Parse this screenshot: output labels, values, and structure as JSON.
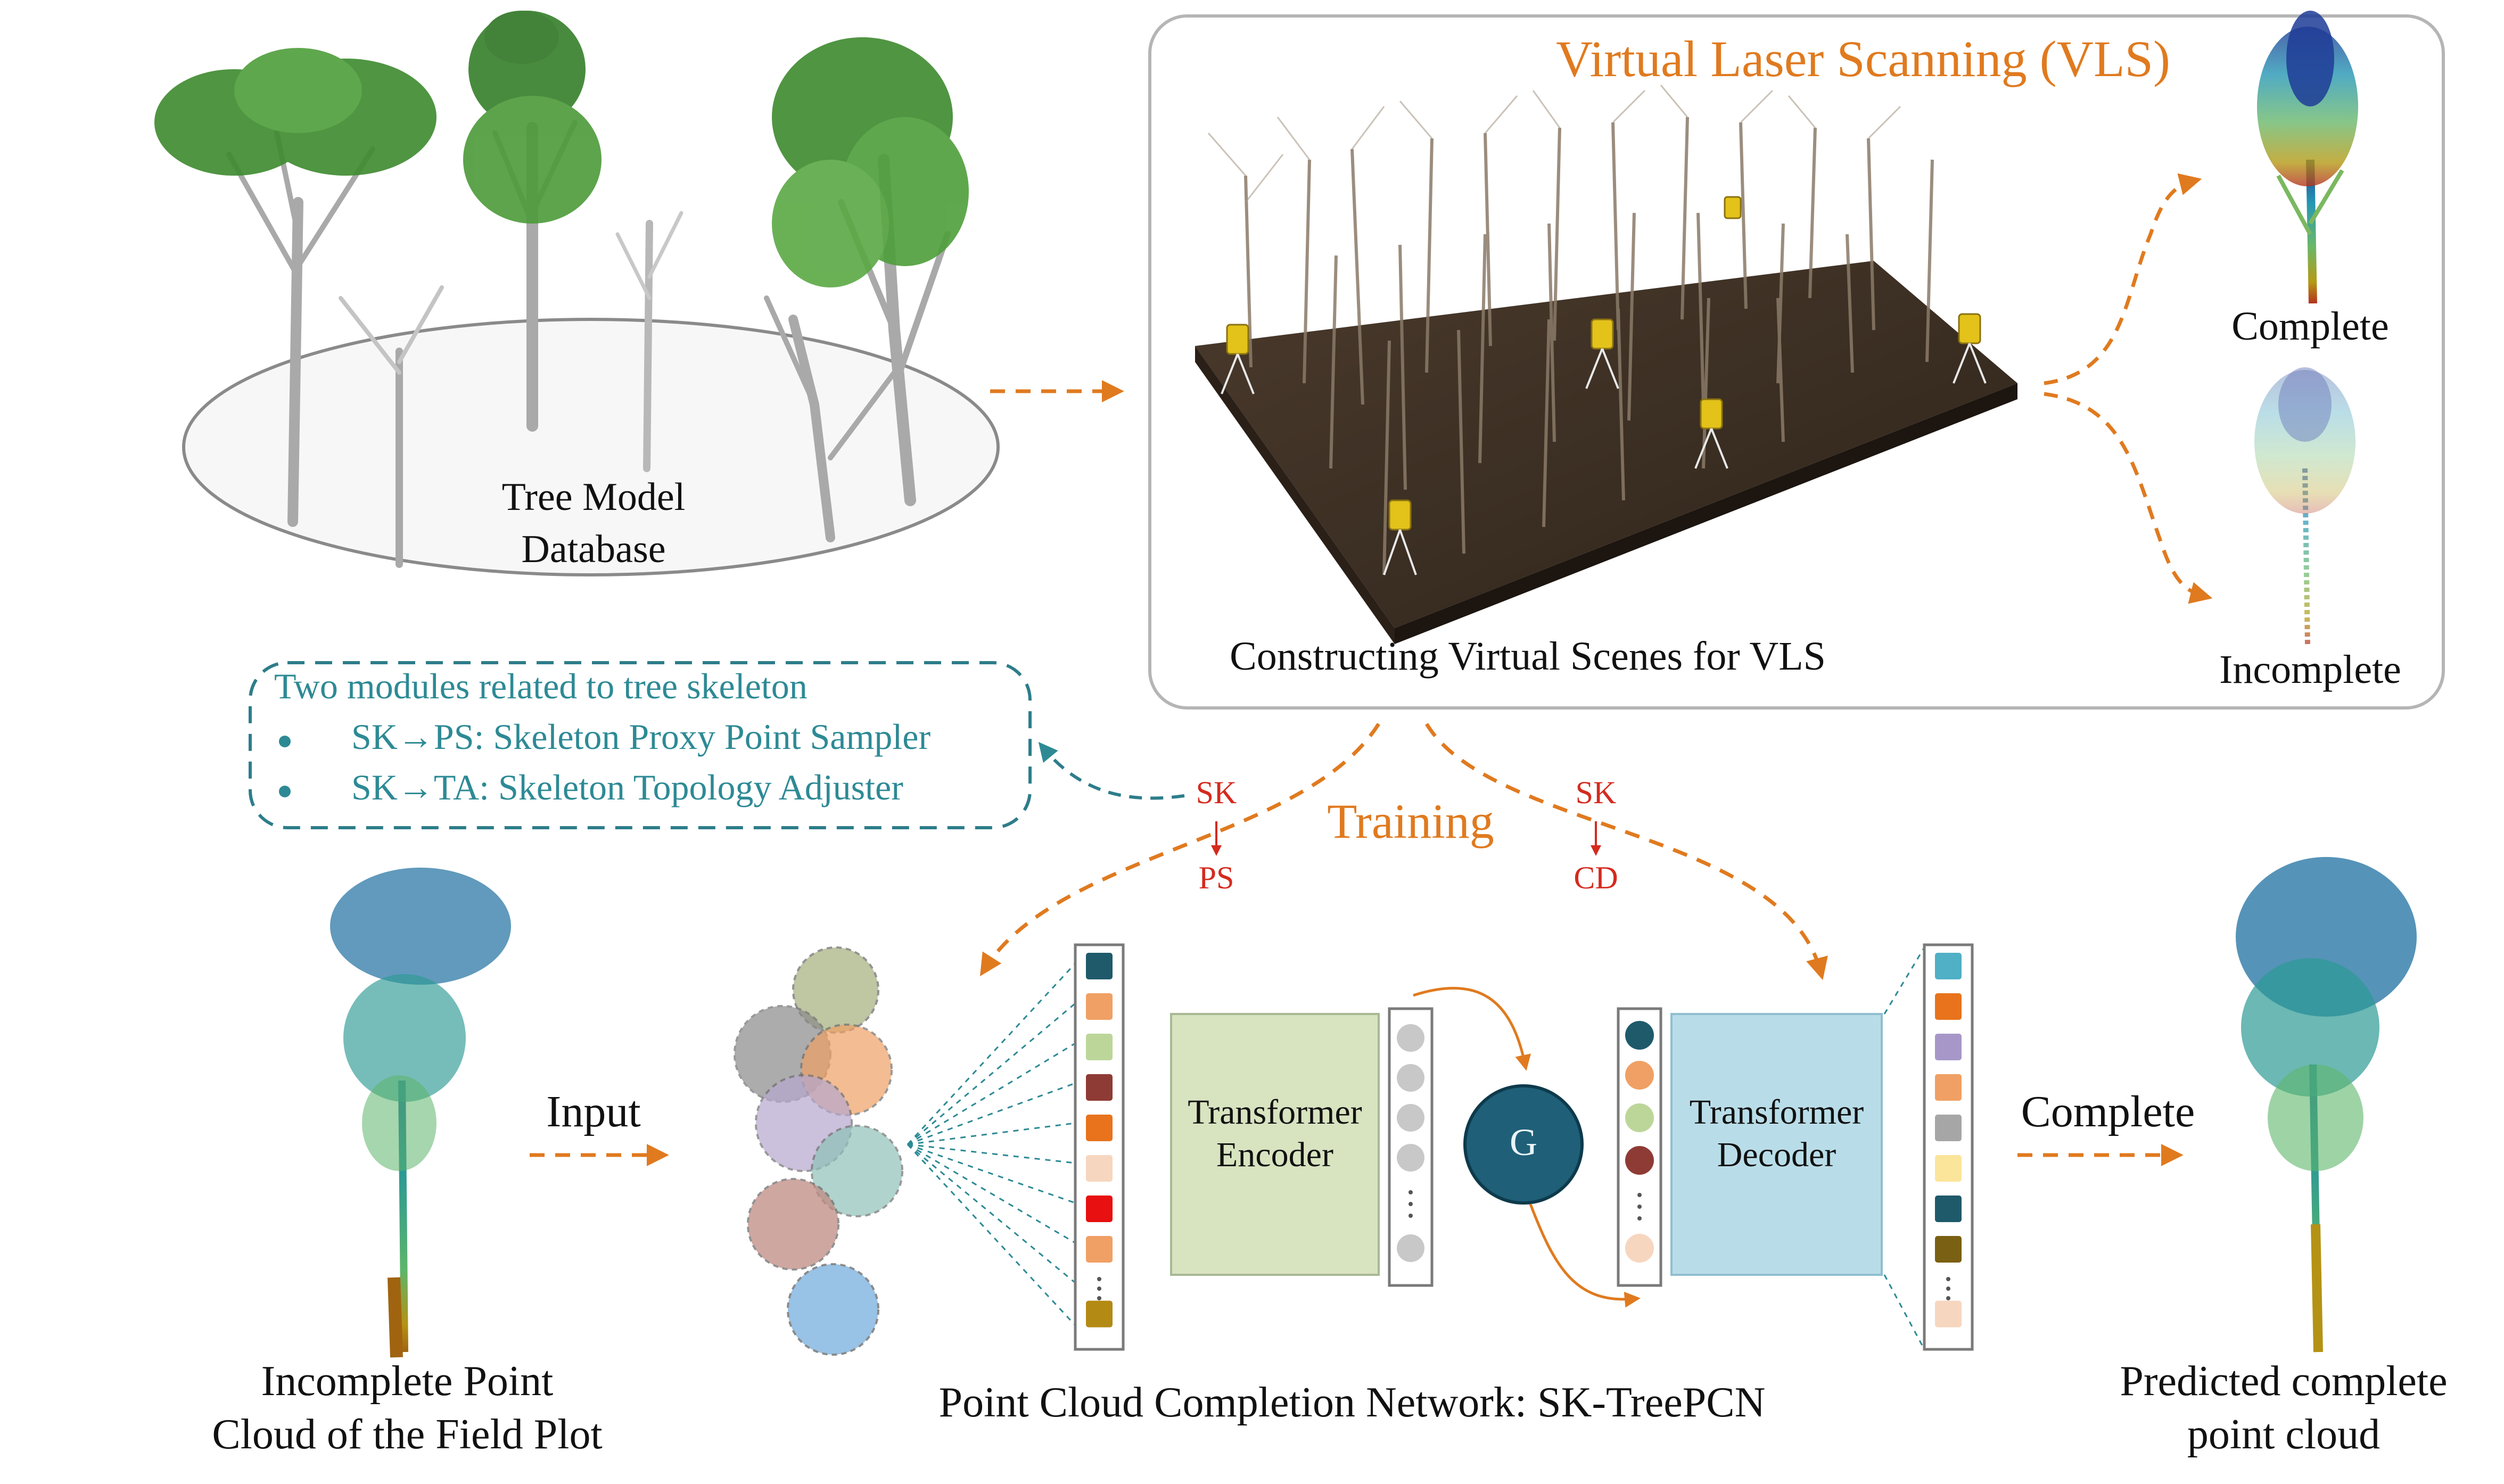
{
  "database": {
    "label_line1": "Tree Model",
    "label_line2": "Database"
  },
  "vls": {
    "title": "Virtual Laser Scanning (VLS)",
    "scene_caption": "Constructing Virtual Scenes for VLS",
    "complete_label": "Complete",
    "incomplete_label": "Incomplete"
  },
  "skeleton_box": {
    "title": "Two modules related to tree skeleton",
    "items": [
      "SK→PS: Skeleton Proxy Point Sampler",
      "SK→TA: Skeleton Topology Adjuster"
    ]
  },
  "training": {
    "label": "Training",
    "left_top": "SK",
    "left_bottom": "PS",
    "right_top": "SK",
    "right_bottom": "CD"
  },
  "input": {
    "arrow_label": "Input",
    "caption_line1": "Incomplete Point",
    "caption_line2": "Cloud of the Field Plot"
  },
  "network": {
    "encoder_line1": "Transformer",
    "encoder_line2": "Encoder",
    "generator": "G",
    "decoder_line1": "Transformer",
    "decoder_line2": "Decoder",
    "caption": "Point Cloud Completion Network: SK-TreePCN"
  },
  "output": {
    "arrow_label": "Complete",
    "caption_line1": "Predicted complete",
    "caption_line2": "point cloud"
  },
  "colors": {
    "accent": "#e07a1f",
    "red": "#d42a1e",
    "teal": "#2d8a95",
    "encoder_fill": "#d8e3c0",
    "decoder_fill": "#b9dde8",
    "generator_fill": "#1f5f78"
  },
  "token_colors": {
    "input_tokens": [
      "#1f5a6b",
      "#f0a064",
      "#bcd69a",
      "#8f3b35",
      "#e8731c",
      "#f7d6bf",
      "#e81010",
      "#f0a064",
      "#b38a14"
    ],
    "latent_tokens": [
      "#1f5a6b",
      "#f0a064",
      "#bcd69a",
      "#8f3b35",
      "#f7d6bf"
    ],
    "output_tokens": [
      "#4fb0c6",
      "#e8731c",
      "#a797c8",
      "#f0a064",
      "#a6a6a6",
      "#fbe59a",
      "#1f5a6b",
      "#7a6012",
      "#f7d6bf"
    ]
  }
}
